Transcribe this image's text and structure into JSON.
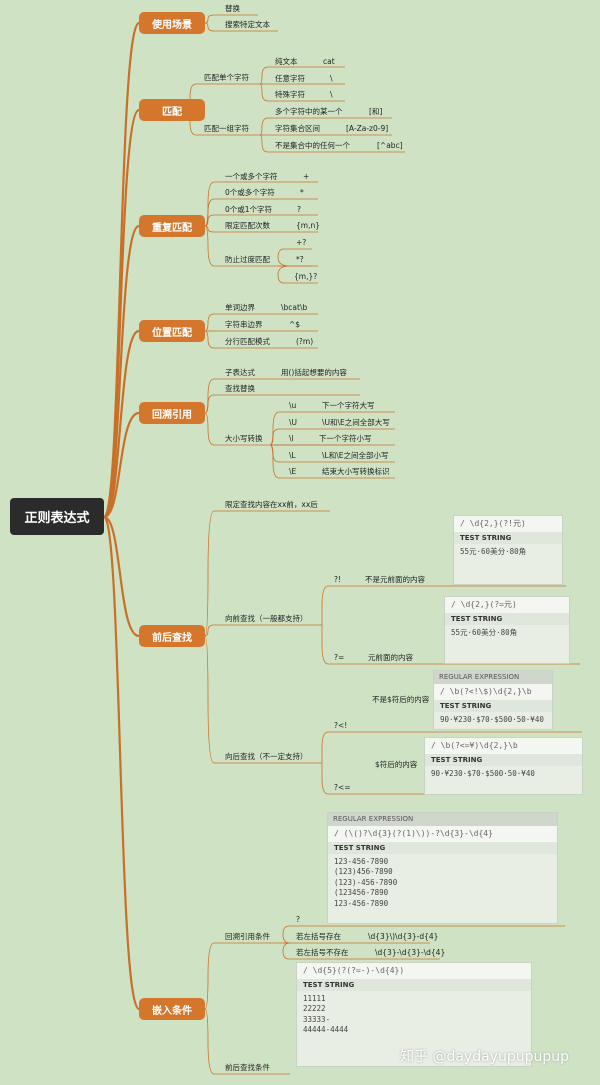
{
  "root": "正则表达式",
  "categories": {
    "use": "使用场景",
    "match": "匹配",
    "repeat": "重复匹配",
    "position": "位置匹配",
    "backref": "回溯引用",
    "lookaround": "前后查找",
    "embed": "嵌入条件"
  },
  "use": {
    "replace": "替换",
    "search": "搜索特定文本"
  },
  "match": {
    "single": "匹配单个字符",
    "plain": "纯文本",
    "plain_ex": "cat",
    "any": "任意字符",
    "any_ex": "\\",
    "special": "特殊字符",
    "special_ex": "\\",
    "group": "匹配一组字符",
    "oneof": "多个字符中的某一个",
    "oneof_ex": "[和]",
    "range": "字符集合区间",
    "range_ex": "[A-Za-z0-9]",
    "notin": "不是集合中的任何一个",
    "notin_ex": "[^abc]"
  },
  "repeat": {
    "one_more": "一个或多个字符",
    "one_more_ex": "+",
    "zero_more": "0个或多个字符",
    "zero_more_ex": "*",
    "zero_one": "0个或1个字符",
    "zero_one_ex": "?",
    "count": "限定匹配次数",
    "count_ex": "{m,n}",
    "lazy": "防止过度匹配",
    "lazy_1": "+?",
    "lazy_2": "*?",
    "lazy_3": "{m,}?"
  },
  "position": {
    "word": "单词边界",
    "word_ex": "\\bcat\\b",
    "string": "字符串边界",
    "string_ex": "^$",
    "multi": "分行匹配模式",
    "multi_ex": "(?m)"
  },
  "backref": {
    "subexpr": "子表达式",
    "subexpr_desc": "用()括起想要的内容",
    "findrep": "查找替换",
    "casechg": "大小写转换",
    "u": "\\u",
    "u_desc": "下一个字符大写",
    "U": "\\U",
    "U_desc": "\\U和\\E之间全部大写",
    "l": "\\l",
    "l_desc": "下一个字符小写",
    "L": "\\L",
    "L_desc": "\\L和\\E之间全部小写",
    "E": "\\E",
    "E_desc": "结束大小写转换标识"
  },
  "lookaround": {
    "limit": "限定查找内容在xx前，xx后",
    "ahead": "向前查找（一般都支持）",
    "neg_ahead": "?!",
    "neg_ahead_desc": "不是元前面的内容",
    "pos_ahead": "?=",
    "pos_ahead_desc": "元前面的内容",
    "behind": "向后查找（不一定支持）",
    "neg_behind": "?<!",
    "neg_behind_desc": "不是$符后的内容",
    "pos_behind": "?<=",
    "pos_behind_desc": "$符后的内容"
  },
  "embed": {
    "backref_cond": "回溯引用条件",
    "q": "?",
    "has_paren": "若左括号存在",
    "has_paren_ex": "\\d{3}\\)\\d{3}-d{4}",
    "no_paren": "若左括号不存在",
    "no_paren_ex": "\\d{3}-\\d{3}-\\d{4}",
    "look_cond": "前后查找条件"
  },
  "snippets": {
    "s1": {
      "rx": "/ \\d{2,}(?!元)",
      "head": "TEST STRING",
      "text": "55元·60美分·80角"
    },
    "s2": {
      "rx": "/ \\d{2,}(?=元)",
      "head": "TEST STRING",
      "text": "55元·60美分·80角"
    },
    "s3": {
      "bar": "REGULAR EXPRESSION",
      "rx": "/ \\b(?<!\\$)\\d{2,}\\b",
      "head": "TEST STRING",
      "text": "90·¥230·$70·$500·50·¥40"
    },
    "s4": {
      "rx": "/ \\b(?<=¥)\\d{2,}\\b",
      "head": "TEST STRING",
      "text": "90·¥230·$70·$500·50·¥40"
    },
    "s5": {
      "bar": "REGULAR EXPRESSION",
      "rx": "/ (\\()?\\d{3}(?(1)\\))-?\\d{3}-\\d{4}",
      "head": "TEST STRING",
      "text": "123-456-7890\n(123)456-7890\n(123)-456-7890\n(123456-7890\n123-456-7890"
    },
    "s6": {
      "rx": "/ \\d{5}(?(?=-)-\\d{4})",
      "head": "TEST STRING",
      "text": "11111\n22222\n33333-\n44444-4444"
    }
  },
  "watermark": "知乎 @daydayupupupup"
}
